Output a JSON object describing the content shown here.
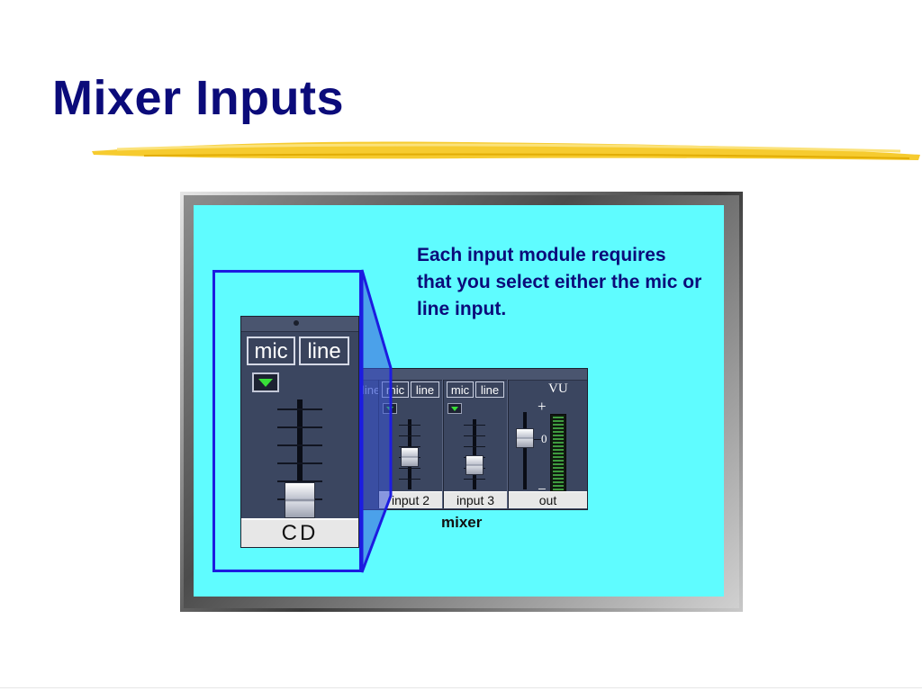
{
  "slide": {
    "title": "Mixer Inputs",
    "accent_color": "#0b0b7a",
    "underline_color": "#f5c518"
  },
  "figure": {
    "background_color": "#5ffcff",
    "caption": "Each input module requires that you select either the mic or line input.",
    "mixer_label": "mixer",
    "big_module": {
      "mic_label": "mic",
      "line_label": "line",
      "name": "CD"
    },
    "ghost_line_label": "line",
    "modules": [
      {
        "mic_label": "mic",
        "line_label": "line",
        "name": "input 2"
      },
      {
        "mic_label": "mic",
        "line_label": "line",
        "name": "input 3"
      }
    ],
    "output": {
      "vu_label": "VU",
      "plus_sign": "+",
      "zero_mark": "0",
      "minus_sign": "−",
      "name": "out"
    },
    "icons": {
      "selector": "green-triangle-down-icon",
      "meter": "vu-meter"
    }
  }
}
